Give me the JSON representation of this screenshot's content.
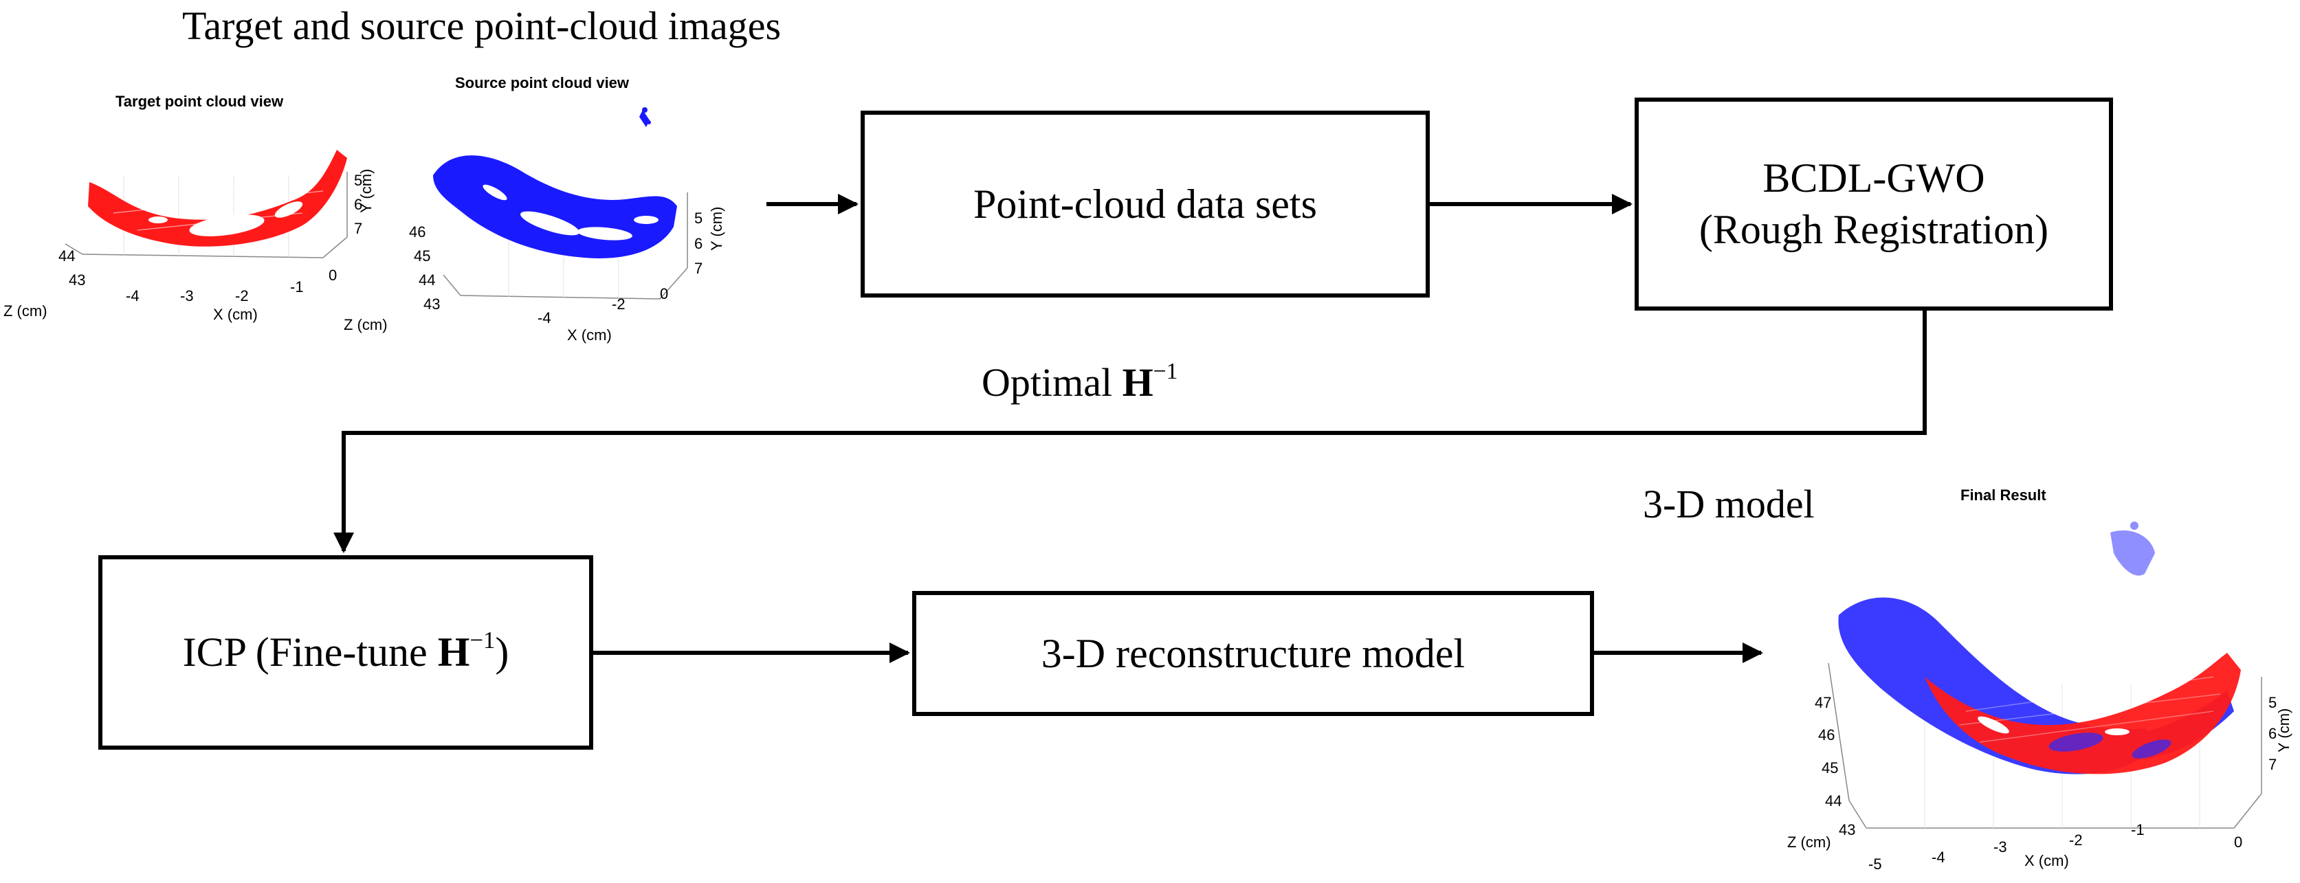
{
  "headings": {
    "images_caption": "Target and source point-cloud images",
    "model_caption": "3-D model",
    "optimal_label_prefix": "Optimal ",
    "optimal_label_bold": "H",
    "optimal_label_sup": "−1"
  },
  "boxes": {
    "datasets": "Point-cloud data sets",
    "bcdl_line1": "BCDL-GWO",
    "bcdl_line2": "(Rough Registration)",
    "icp_prefix": "ICP (Fine-tune ",
    "icp_bold": "H",
    "icp_sup": "−1",
    "icp_suffix": ")",
    "reconstruct": "3-D reconstructure model"
  },
  "plots": {
    "target": {
      "title": "Target point cloud view",
      "point_color": "#ff1a1a",
      "xlabel": "X (cm)",
      "ylabel": "Y (cm)",
      "zlabel": "Z (cm)",
      "x_ticks": [
        "-4",
        "-3",
        "-2",
        "-1",
        "0"
      ],
      "y_ticks": [
        "5",
        "6",
        "7"
      ],
      "z_ticks": [
        "44",
        "43"
      ]
    },
    "source": {
      "title": "Source point cloud view",
      "point_color": "#1a1aff",
      "xlabel": "X (cm)",
      "ylabel": "Y (cm)",
      "zlabel": "Z (cm)",
      "x_ticks": [
        "-4",
        "-2",
        "0"
      ],
      "y_ticks": [
        "5",
        "6",
        "7"
      ],
      "z_ticks": [
        "46",
        "45",
        "44",
        "43"
      ]
    },
    "final": {
      "title": "Final Result",
      "point_colors": [
        "#ff1a1a",
        "#2a2aff"
      ],
      "xlabel": "X (cm)",
      "ylabel": "Y (cm)",
      "zlabel": "Z (cm)",
      "x_ticks": [
        "-5",
        "-4",
        "-3",
        "-2",
        "-1",
        "0"
      ],
      "y_ticks": [
        "5",
        "6",
        "7"
      ],
      "z_ticks": [
        "47",
        "46",
        "45",
        "44",
        "43"
      ]
    }
  }
}
